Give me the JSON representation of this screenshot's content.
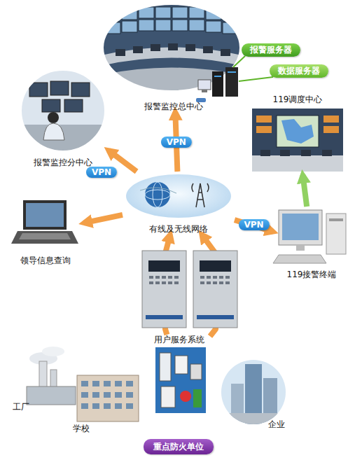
{
  "diagram": {
    "nodes": [
      {
        "text": [
          "报警监控总中心"
        ]
      },
      {
        "text": [
          "报警服务器"
        ]
      },
      {
        "text": [
          "数据服务器"
        ]
      },
      {
        "text": [
          "119调度中心"
        ]
      },
      {
        "text": [
          "报警监控分中心"
        ]
      },
      {
        "text": [
          "有线及无线网络"
        ]
      },
      {
        "text": [
          "领导信息查询"
        ]
      },
      {
        "text": [
          "119接警终端"
        ]
      },
      {
        "text": [
          "用户服务系统"
        ]
      },
      {
        "text": [
          "重点防火单位"
        ]
      }
    ],
    "edges": [
      {
        "from": 5,
        "to": 4,
        "arrow": "to",
        "label": "VPN"
      },
      {
        "from": 5,
        "to": 0,
        "arrow": "to",
        "label": "VPN"
      },
      {
        "from": 5,
        "to": 6,
        "arrow": "to"
      },
      {
        "from": 5,
        "to": 7,
        "arrow": "to",
        "label": "VPN"
      },
      {
        "from": 7,
        "to": 3,
        "arrow": "to"
      },
      {
        "from": 8,
        "to": 5,
        "arrow": "to"
      },
      {
        "from": 8,
        "to": 5,
        "arrow": "to"
      }
    ],
    "labels": [
      "工厂",
      "学校",
      "企业"
    ]
  }
}
